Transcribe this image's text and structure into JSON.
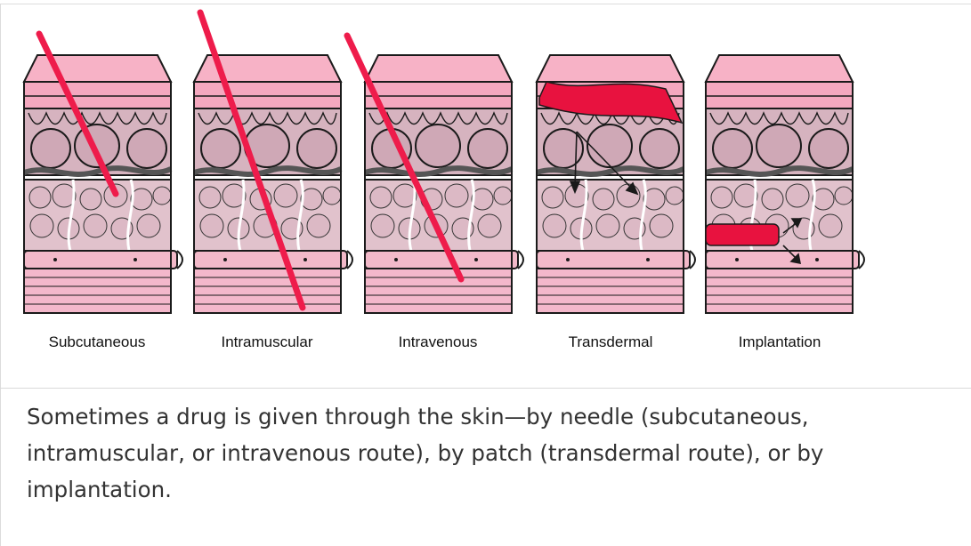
{
  "figure": {
    "labels": [
      "Subcutaneous",
      "Intramuscular",
      "Intravenous",
      "Transdermal",
      "Implantation"
    ],
    "colors": {
      "skin_top": "#f7b2c6",
      "tissue": "#d6b3bf",
      "tissue_dark": "#c9a2b1",
      "fat": "#e1c2cc",
      "muscle": "#f4b8cb",
      "line": "#1a1a1a",
      "needle": "#ee1c4b",
      "vein": "#555555"
    }
  },
  "caption": {
    "text": "Sometimes a drug is given through the skin—by needle (subcutaneous, intramuscular, or intravenous route), by patch (transdermal route), or by implantation."
  }
}
